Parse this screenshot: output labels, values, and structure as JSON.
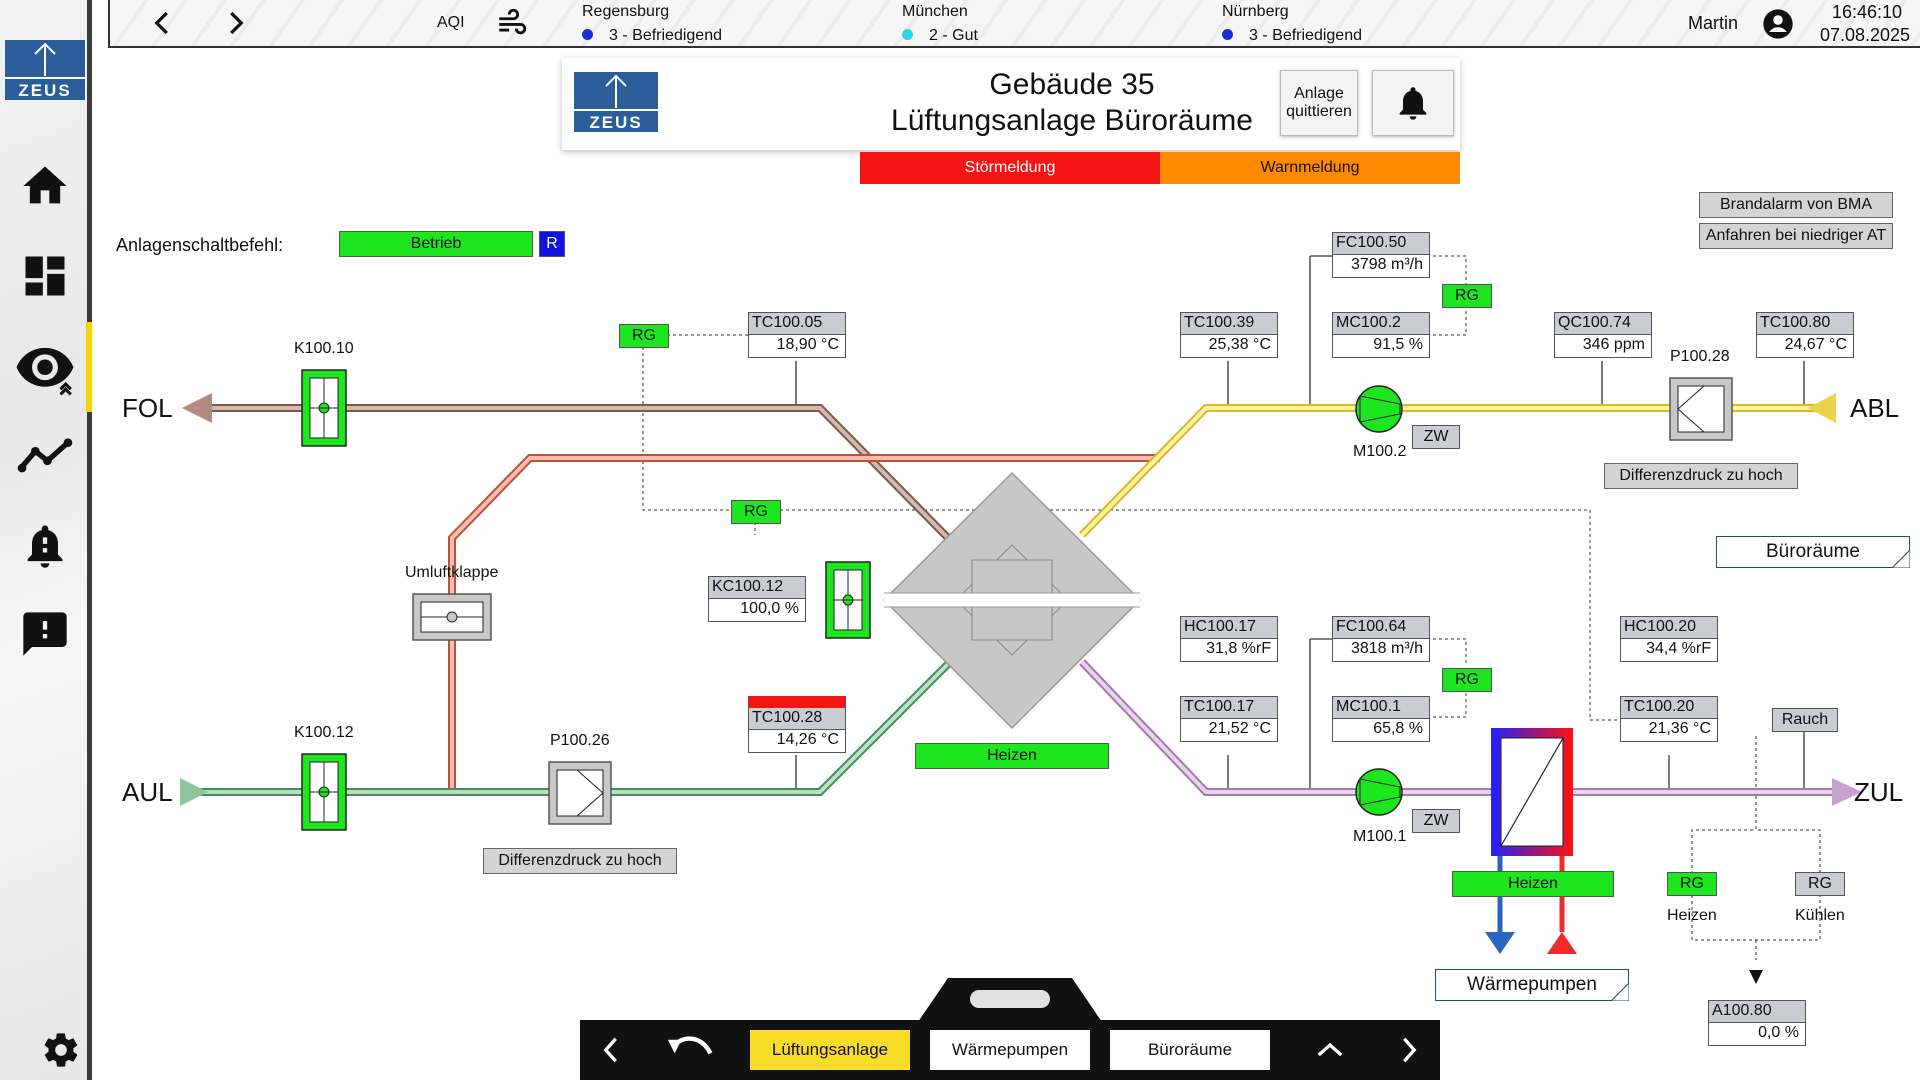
{
  "topbar": {
    "aqi_label": "AQI",
    "cities": [
      {
        "name": "Regensburg",
        "index": "3",
        "status": "Befriedigend",
        "color": "#1a2fd6"
      },
      {
        "name": "München",
        "index": "2",
        "status": "Gut",
        "color": "#2bd4e6"
      },
      {
        "name": "Nürnberg",
        "index": "3",
        "status": "Befriedigend",
        "color": "#1a2fd6"
      }
    ],
    "separator": "-",
    "user": "Martin",
    "time": "16:46:10",
    "date": "07.08.2025"
  },
  "header": {
    "title_line1": "Gebäude 35",
    "title_line2": "Lüftungsanlage Büroräume",
    "ack_line1": "Anlage",
    "ack_line2": "quittieren",
    "alarm_fault": "Störmeldung",
    "alarm_warning": "Warnmeldung",
    "logo_text": "ZEUS"
  },
  "sidebar": {
    "logo_text": "ZEUS",
    "items": [
      "home-icon",
      "dashboard-icon",
      "overview-icon",
      "trend-icon",
      "alarm-icon",
      "message-icon",
      "settings-icon"
    ]
  },
  "plant": {
    "switch_label": "Anlagenschaltbefehl:",
    "switch_value": "Betrieb",
    "switch_mode": "R",
    "fire_alarm": "Brandalarm von BMA",
    "low_temp_start": "Anfahren bei niedriger AT",
    "ducts": {
      "fol": "FOL",
      "aul": "AUL",
      "abl": "ABL",
      "zul": "ZUL"
    },
    "dampers": {
      "k10010": "K100.10",
      "k10012": "K100.12",
      "bypass": "Umluftklappe"
    },
    "filters": {
      "p10026": "P100.26",
      "p10028": "P100.28",
      "diffpress": "Differenzdruck zu hoch"
    },
    "fans": {
      "m1002": "M100.2",
      "m1001": "M100.1",
      "zw": "ZW"
    },
    "rg": "RG",
    "heat_recovery_mode": "Heizen",
    "heater_mode": "Heizen",
    "rg_heat_label": "Heizen",
    "rg_cool_label": "Kühlen",
    "smoke": "Rauch",
    "link_offices": "Büroräume",
    "link_heatpumps": "Wärmepumpen",
    "sensors": [
      {
        "tag": "TC100.05",
        "value": "18,90 °C"
      },
      {
        "tag": "KC100.12",
        "value": "100,0 %"
      },
      {
        "tag": "TC100.28",
        "value": "14,26 °C"
      },
      {
        "tag": "TC100.39",
        "value": "25,38 °C"
      },
      {
        "tag": "FC100.50",
        "value": "3798 m³/h"
      },
      {
        "tag": "MC100.2",
        "value": "91,5 %"
      },
      {
        "tag": "QC100.74",
        "value": "346 ppm"
      },
      {
        "tag": "TC100.80",
        "value": "24,67 °C"
      },
      {
        "tag": "HC100.17",
        "value": "31,8 %rF"
      },
      {
        "tag": "TC100.17",
        "value": "21,52 °C"
      },
      {
        "tag": "FC100.64",
        "value": "3818 m³/h"
      },
      {
        "tag": "MC100.1",
        "value": "65,8 %"
      },
      {
        "tag": "HC100.20",
        "value": "34,4 %rF"
      },
      {
        "tag": "TC100.20",
        "value": "21,36 °C"
      },
      {
        "tag": "A100.80",
        "value": "0,0 %"
      }
    ]
  },
  "bottomnav": {
    "tabs": [
      "Lüftungsanlage",
      "Wärmepumpen",
      "Büroräume"
    ],
    "active_color": "#f7dc2a"
  }
}
